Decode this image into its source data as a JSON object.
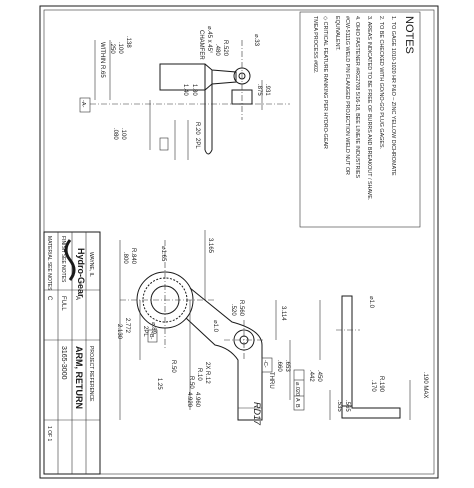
{
  "drawing": {
    "notes_title": "NOTES",
    "notes": [
      "1. TO GAGE 1010-1020 HR P&O – ZINC YELLOW DICHROMATE",
      "2. TO BE CHECKED WITH GO/NO-GO PLUG GAGES.",
      "3. AREAS INDICATED TO BE FREE OF BURRS AND BREAKOUT / SHAVE.",
      "4. OHIO FASTENER #RG2708 5/16-18, BEE LINE/IE INDUSTRIES",
      "   #CW-5111G WELD PIN FLANGED PROJECTION WELD NUT OR",
      "   EQUIVALENT.",
      "◇ CRITICAL FEATURE RANKING PER HYDRO-GEAR",
      "   TMEA PROCESS #602."
    ],
    "dims_left_view": [
      ".138",
      ".100",
      ".250",
      "WITHIN R.65",
      "R.520",
      ".480",
      "⌀.45 x 45°",
      "CHAMFER",
      "⌀.33",
      ".931",
      ".875",
      "1.80",
      "1.40",
      "R.20",
      "2PL",
      ".100",
      ".080"
    ],
    "dims_main_view": [
      "3.165",
      "⌀1.65",
      "R.840",
      ".800",
      "3.114",
      "2.772",
      "2.130",
      "⌀.89",
      "2PL",
      "⌀1.0",
      "R.560",
      ".520",
      "R.50",
      "2X R.12",
      "R.10",
      "R.50",
      "1.25",
      "4.960",
      "4.920",
      ".653",
      ".660",
      "THRU",
      "⌀.020",
      "A",
      "B"
    ],
    "dims_right_view": [
      "⌀1.0",
      ".190 MAX",
      ".450",
      ".442",
      "R.190",
      ".170",
      ".565",
      ".535"
    ],
    "datums": [
      "-A-",
      "-B-",
      "-C-"
    ],
    "handwritten": "RD17",
    "title_block": {
      "company": "Hydro-Gear",
      "address": "WAYNE, IL",
      "title_line1": "ARM, RETURN",
      "part_number": "3165-3000",
      "material": "MATERIAL SEE NOTES",
      "finish": "FINISH SEE NOTES",
      "scale": "FULL",
      "sheet": "1 OF 1",
      "size": "C",
      "project": "PROJECT REFERENCE",
      "revision": "A"
    }
  },
  "colors": {
    "line": "#1a1a1a",
    "paper": "#ffffff"
  }
}
